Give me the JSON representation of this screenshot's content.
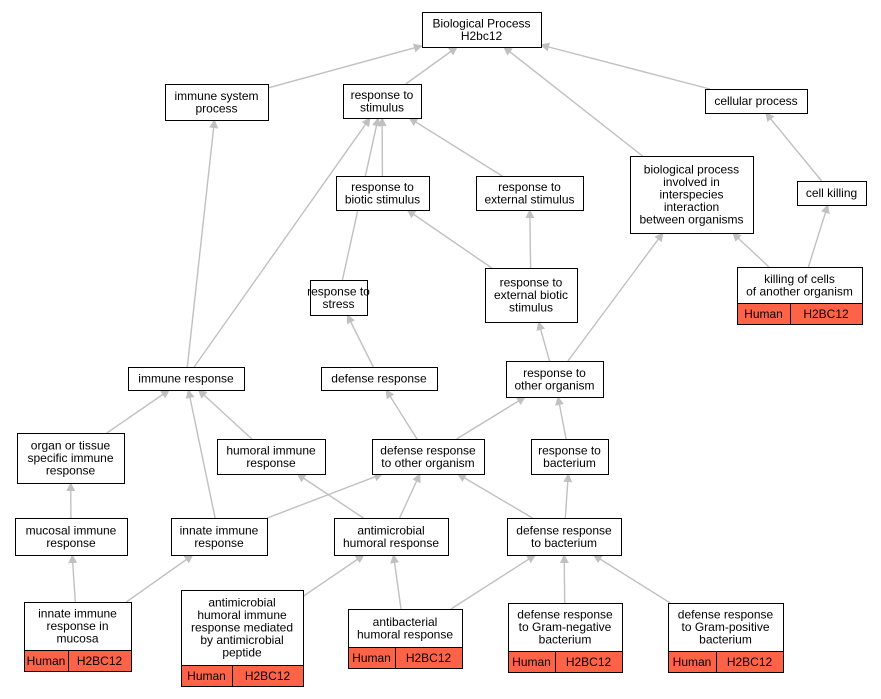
{
  "colors": {
    "annotation": "#ff6347",
    "edge": "#c0c0c0",
    "border": "#000000"
  },
  "nodes": {
    "root": [
      "Biological Process",
      "H2bc12"
    ],
    "immune_system_process": [
      "immune system",
      "process"
    ],
    "response_to_stimulus": [
      "response to",
      "stimulus"
    ],
    "cellular_process": [
      "cellular process"
    ],
    "response_to_biotic_stimulus": [
      "response to",
      "biotic stimulus"
    ],
    "response_to_external_stimulus": [
      "response to",
      "external stimulus"
    ],
    "interspecies_interaction": [
      "biological process",
      "involved in",
      "interspecies",
      "interaction",
      "between organisms"
    ],
    "cell_killing": [
      "cell killing"
    ],
    "killing_of_cells": [
      "killing of cells",
      "of another organism"
    ],
    "response_to_stress": [
      "response to",
      "stress"
    ],
    "response_to_external_biotic": [
      "response to",
      "external biotic",
      "stimulus"
    ],
    "immune_response": [
      "immune response"
    ],
    "defense_response": [
      "defense response"
    ],
    "response_to_other_organism": [
      "response to",
      "other organism"
    ],
    "tissue_specific_immune": [
      "organ or tissue",
      "specific immune",
      "response"
    ],
    "humoral_immune_response": [
      "humoral immune",
      "response"
    ],
    "defense_to_other_organism": [
      "defense response",
      "to other organism"
    ],
    "response_to_bacterium": [
      "response to",
      "bacterium"
    ],
    "mucosal_immune": [
      "mucosal immune",
      "response"
    ],
    "innate_immune": [
      "innate immune",
      "response"
    ],
    "antimicrobial_humoral": [
      "antimicrobial",
      "humoral response"
    ],
    "defense_to_bacterium": [
      "defense response",
      "to bacterium"
    ],
    "innate_in_mucosa": [
      "innate immune",
      "response in",
      "mucosa"
    ],
    "antimicrobial_peptide": [
      "antimicrobial",
      "humoral immune",
      "response mediated",
      "by antimicrobial",
      "peptide"
    ],
    "antibacterial_humoral": [
      "antibacterial",
      "humoral response"
    ],
    "defense_gram_negative": [
      "defense response",
      "to Gram-negative",
      "bacterium"
    ],
    "defense_gram_positive": [
      "defense response",
      "to Gram-positive",
      "bacterium"
    ]
  },
  "annotations": {
    "killing_of_cells": [
      "Human",
      "H2BC12"
    ],
    "innate_in_mucosa": [
      "Human",
      "H2BC12"
    ],
    "antimicrobial_peptide": [
      "Human",
      "H2BC12"
    ],
    "antibacterial_humoral": [
      "Human",
      "H2BC12"
    ],
    "defense_gram_negative": [
      "Human",
      "H2BC12"
    ],
    "defense_gram_positive": [
      "Human",
      "H2BC12"
    ]
  },
  "edges": [
    [
      "immune_system_process",
      "root"
    ],
    [
      "response_to_stimulus",
      "root"
    ],
    [
      "cellular_process",
      "root"
    ],
    [
      "interspecies_interaction",
      "root"
    ],
    [
      "response_to_biotic_stimulus",
      "response_to_stimulus"
    ],
    [
      "response_to_external_stimulus",
      "response_to_stimulus"
    ],
    [
      "response_to_stress",
      "response_to_stimulus"
    ],
    [
      "immune_response",
      "response_to_stimulus"
    ],
    [
      "immune_response",
      "immune_system_process"
    ],
    [
      "cell_killing",
      "cellular_process"
    ],
    [
      "killing_of_cells",
      "cell_killing"
    ],
    [
      "killing_of_cells",
      "interspecies_interaction"
    ],
    [
      "response_to_external_biotic",
      "response_to_biotic_stimulus"
    ],
    [
      "response_to_external_biotic",
      "response_to_external_stimulus"
    ],
    [
      "defense_response",
      "response_to_stress"
    ],
    [
      "response_to_other_organism",
      "response_to_external_biotic"
    ],
    [
      "response_to_other_organism",
      "interspecies_interaction"
    ],
    [
      "tissue_specific_immune",
      "immune_response"
    ],
    [
      "humoral_immune_response",
      "immune_response"
    ],
    [
      "innate_immune",
      "immune_response"
    ],
    [
      "defense_to_other_organism",
      "defense_response"
    ],
    [
      "defense_to_other_organism",
      "response_to_other_organism"
    ],
    [
      "response_to_bacterium",
      "response_to_other_organism"
    ],
    [
      "mucosal_immune",
      "tissue_specific_immune"
    ],
    [
      "innate_immune",
      "defense_to_other_organism"
    ],
    [
      "antimicrobial_humoral",
      "humoral_immune_response"
    ],
    [
      "antimicrobial_humoral",
      "defense_to_other_organism"
    ],
    [
      "defense_to_bacterium",
      "defense_to_other_organism"
    ],
    [
      "defense_to_bacterium",
      "response_to_bacterium"
    ],
    [
      "innate_in_mucosa",
      "mucosal_immune"
    ],
    [
      "innate_in_mucosa",
      "innate_immune"
    ],
    [
      "antimicrobial_peptide",
      "antimicrobial_humoral"
    ],
    [
      "antibacterial_humoral",
      "antimicrobial_humoral"
    ],
    [
      "antibacterial_humoral",
      "defense_to_bacterium"
    ],
    [
      "defense_gram_negative",
      "defense_to_bacterium"
    ],
    [
      "defense_gram_positive",
      "defense_to_bacterium"
    ]
  ]
}
